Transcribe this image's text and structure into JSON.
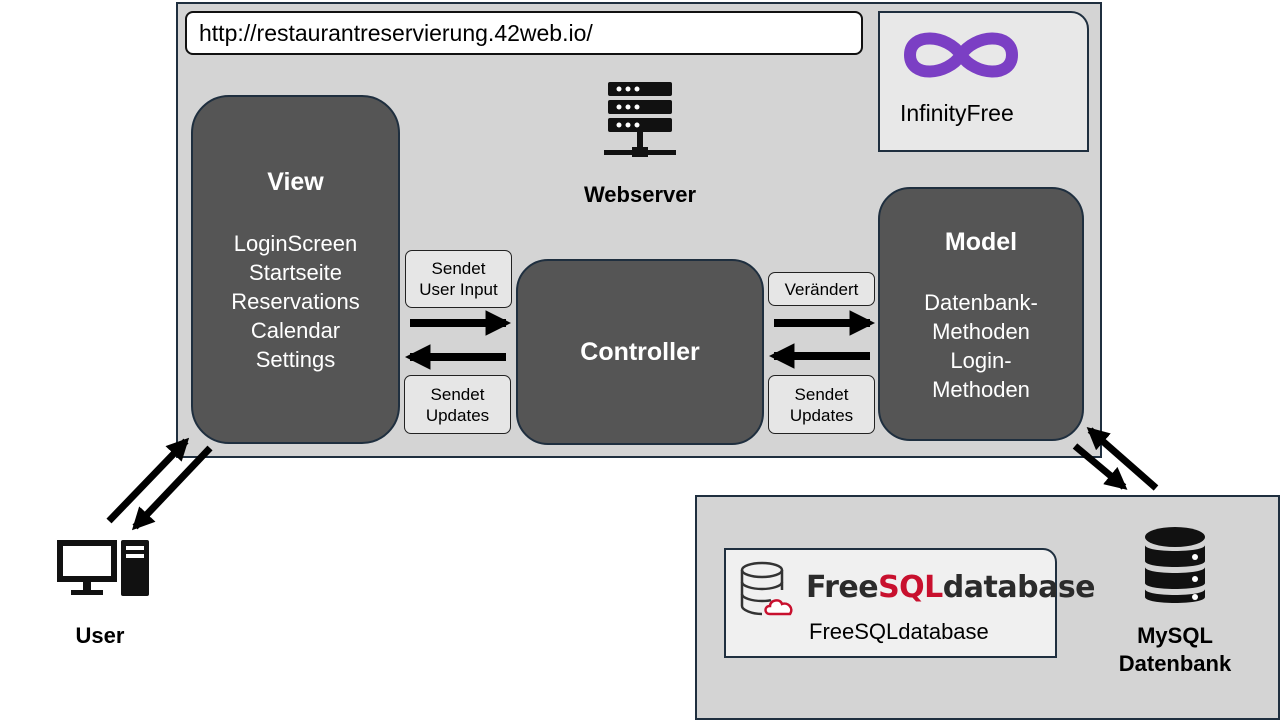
{
  "url": "http://restaurantreservierung.42web.io/",
  "hosting": {
    "name": "InfinityFree",
    "logo_icon": "infinity-logo-icon",
    "logo_color": "#7b3fc4"
  },
  "webserver": {
    "label": "Webserver",
    "icon": "server-icon"
  },
  "view": {
    "title": "View",
    "items": [
      "LoginScreen",
      "Startseite",
      "Reservations",
      "Calendar",
      "Settings"
    ]
  },
  "controller": {
    "title": "Controller"
  },
  "model": {
    "title": "Model",
    "items": [
      "Datenbank-",
      "Methoden",
      "Login-",
      "Methoden"
    ]
  },
  "edge_labels": {
    "view_to_controller": [
      "Sendet",
      "User Input"
    ],
    "controller_to_view": [
      "Sendet",
      "Updates"
    ],
    "controller_to_model": [
      "Verändert"
    ],
    "model_to_controller": [
      "Sendet",
      "Updates"
    ]
  },
  "database_provider": {
    "brand_parts": [
      "Free",
      "SQL",
      "database"
    ],
    "name": "FreeSQLdatabase",
    "icon": "database-cloud-icon",
    "brand_accent": "#c8102e"
  },
  "database": {
    "label_lines": [
      "MySQL",
      "Datenbank"
    ],
    "icon": "database-icon"
  },
  "user": {
    "label": "User",
    "icon": "computer-icon"
  },
  "colors": {
    "frame_bg": "#d4d4d4",
    "box_bg": "#555555",
    "label_bg": "#e6e6e6"
  }
}
